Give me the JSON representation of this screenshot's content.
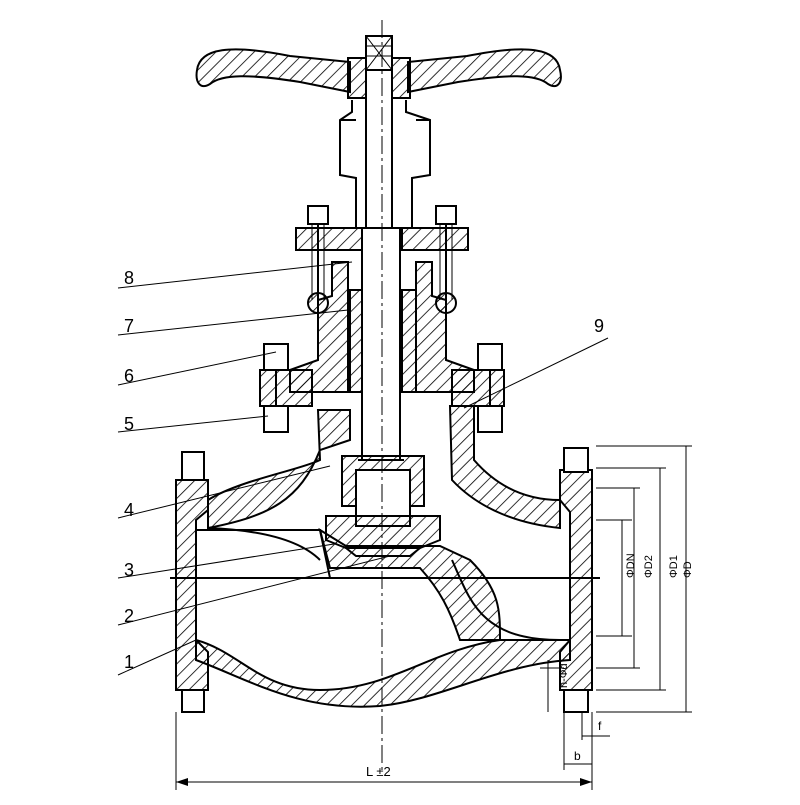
{
  "callouts": [
    {
      "id": "1",
      "label": "1"
    },
    {
      "id": "2",
      "label": "2"
    },
    {
      "id": "3",
      "label": "3"
    },
    {
      "id": "4",
      "label": "4"
    },
    {
      "id": "5",
      "label": "5"
    },
    {
      "id": "6",
      "label": "6"
    },
    {
      "id": "7",
      "label": "7"
    },
    {
      "id": "8",
      "label": "8"
    },
    {
      "id": "9",
      "label": "9"
    }
  ],
  "dimensions": {
    "dn": "ΦDN",
    "d2": "ΦD2",
    "d1": "ΦD1",
    "d": "ΦD",
    "bolt_holes": "n-Φd",
    "f": "f",
    "b": "b",
    "length": "L ±2"
  }
}
